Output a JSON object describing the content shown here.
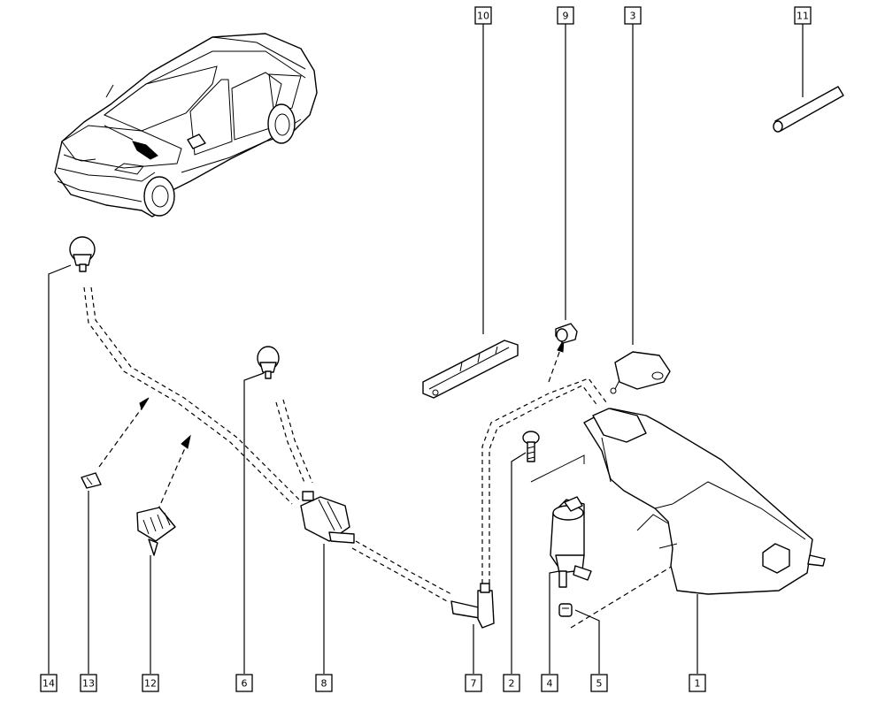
{
  "diagram": {
    "labels": [
      {
        "id": "label-10",
        "text": "10"
      },
      {
        "id": "label-9",
        "text": "9"
      },
      {
        "id": "label-3",
        "text": "3"
      },
      {
        "id": "label-11",
        "text": "11"
      },
      {
        "id": "label-14",
        "text": "14"
      },
      {
        "id": "label-13",
        "text": "13"
      },
      {
        "id": "label-12",
        "text": "12"
      },
      {
        "id": "label-6",
        "text": "6"
      },
      {
        "id": "label-8",
        "text": "8"
      },
      {
        "id": "label-7",
        "text": "7"
      },
      {
        "id": "label-2",
        "text": "2"
      },
      {
        "id": "label-4",
        "text": "4"
      },
      {
        "id": "label-5",
        "text": "5"
      },
      {
        "id": "label-1",
        "text": "1"
      }
    ]
  }
}
